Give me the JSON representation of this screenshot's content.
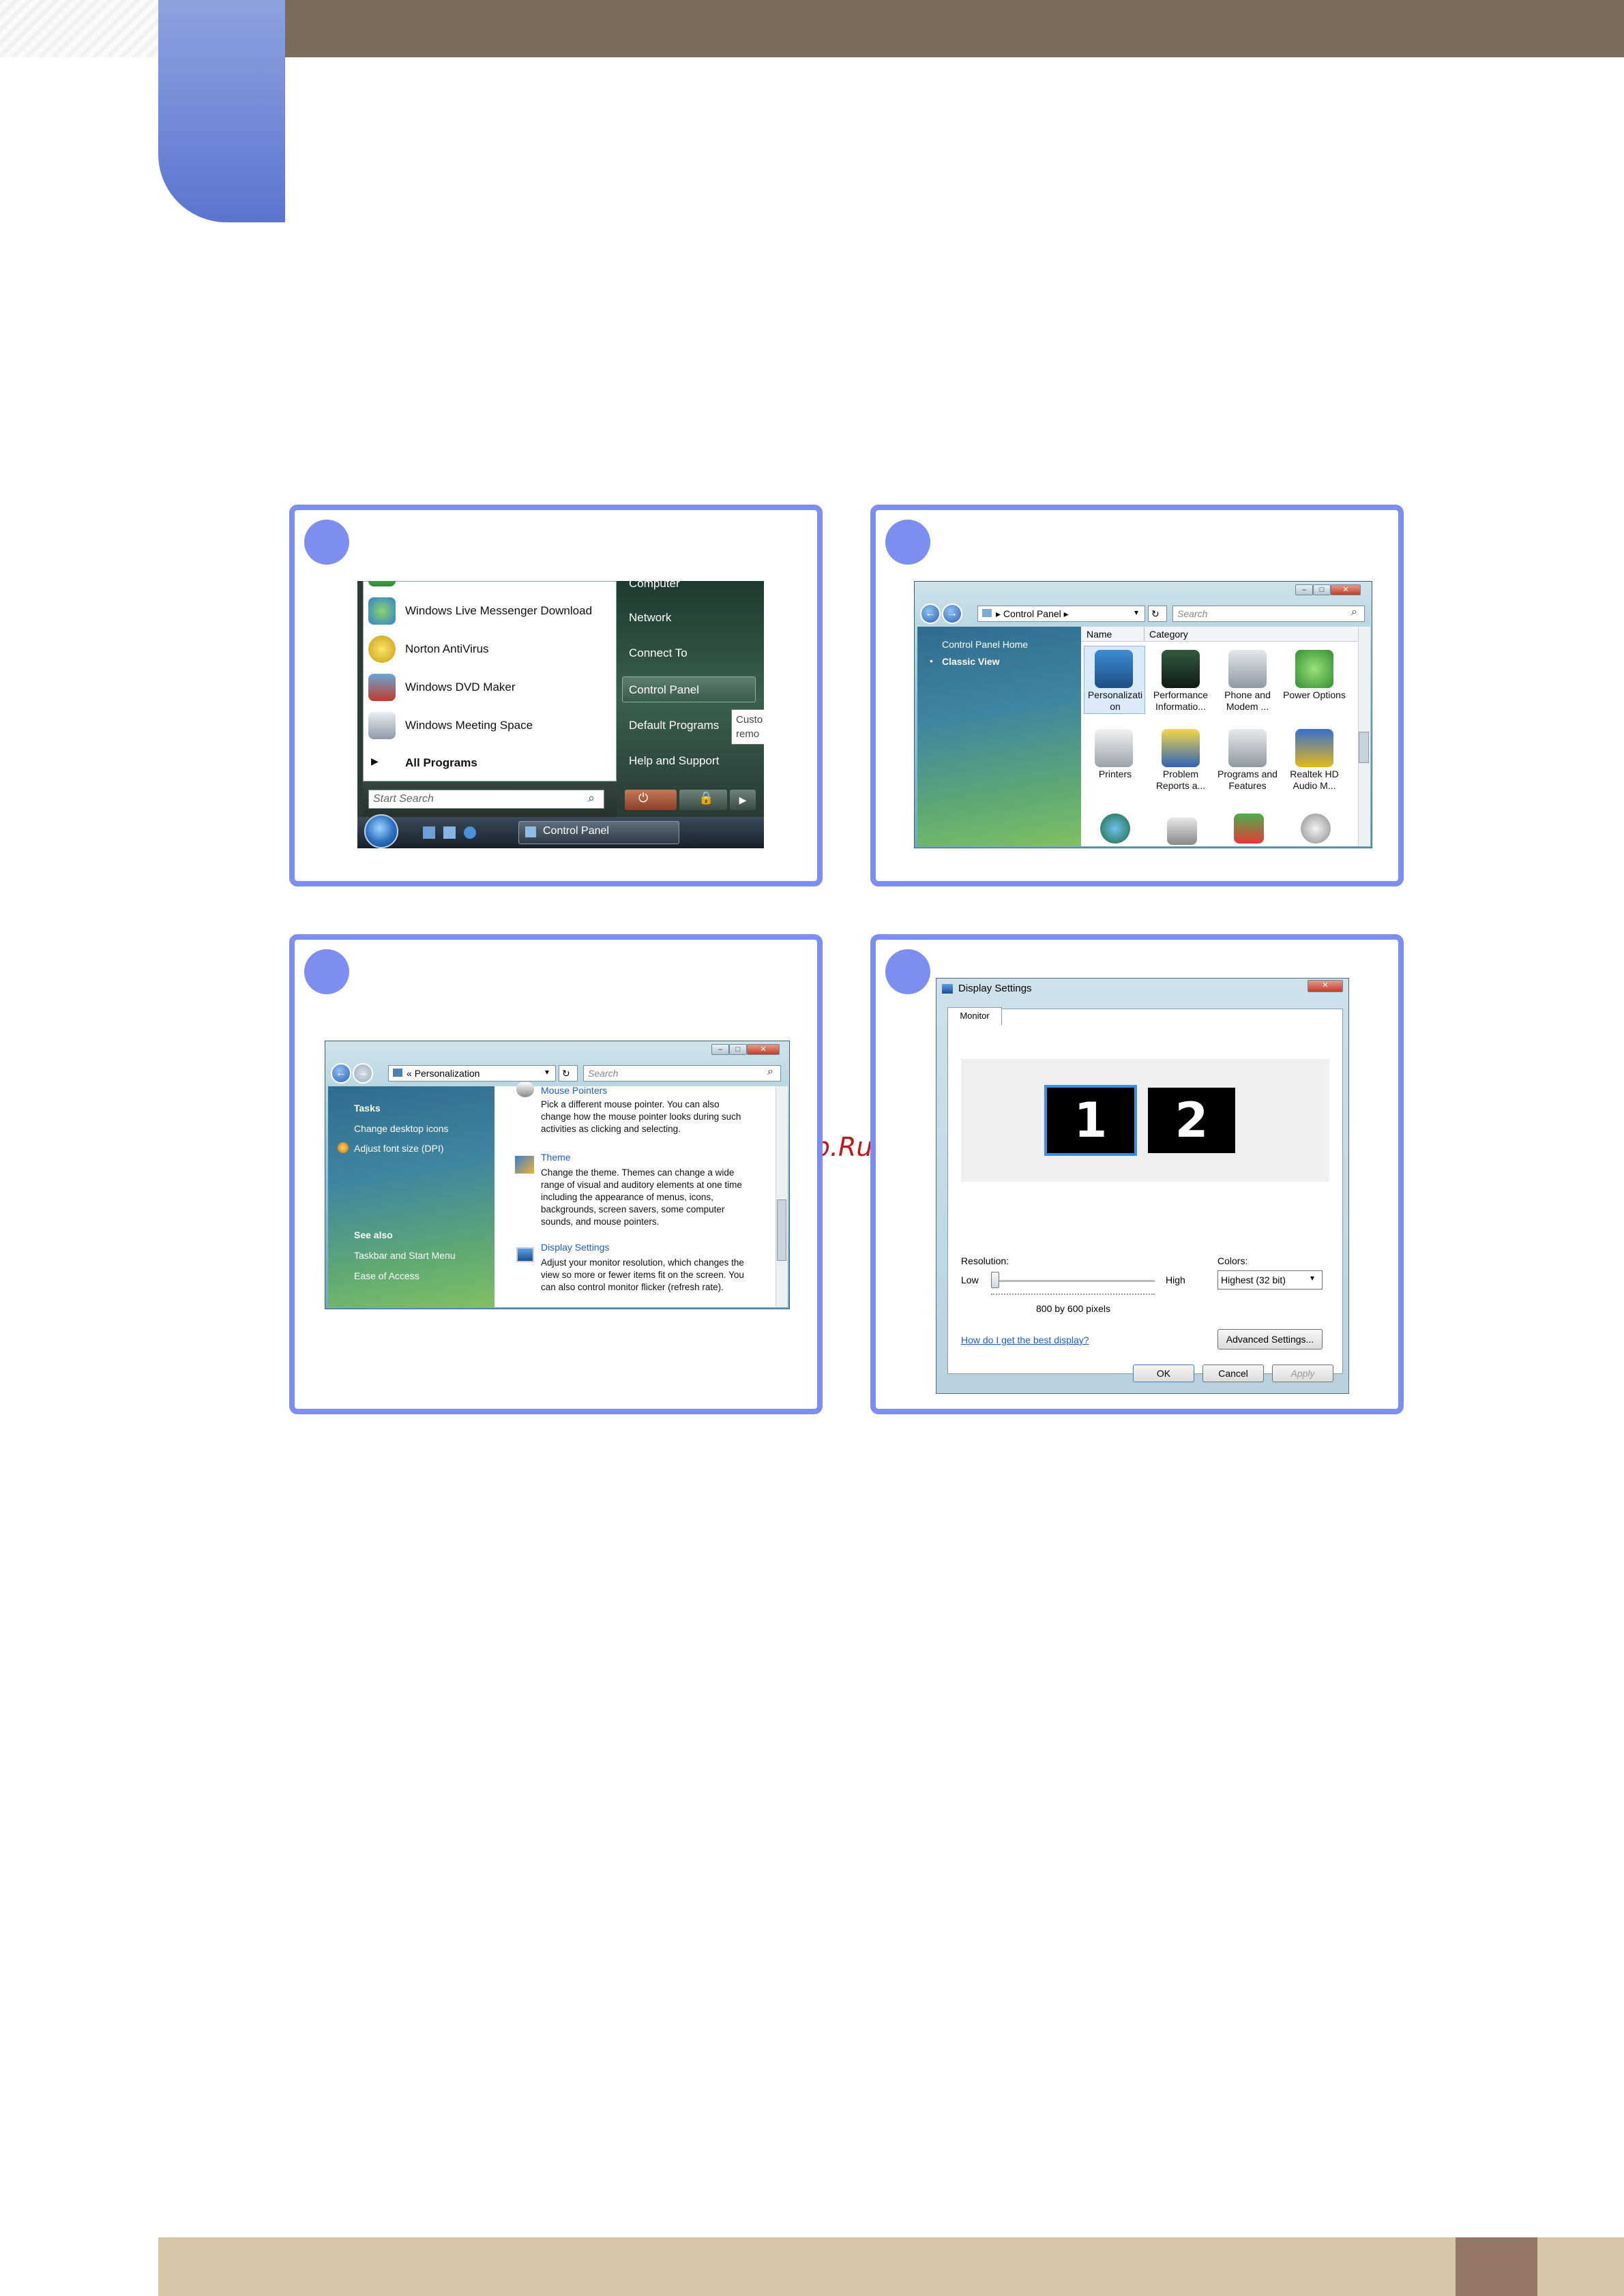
{
  "watermark": "McGrp.Ru",
  "panel1": {
    "programs": [
      "Windows Live Messenger Download",
      "Norton AntiVirus",
      "Windows DVD Maker",
      "Windows Meeting Space"
    ],
    "all_programs": "All Programs",
    "search_placeholder": "Start Search",
    "right_items": [
      "Computer",
      "Network",
      "Connect To",
      "Control Panel",
      "Default Programs",
      "Help and Support"
    ],
    "tooltip_lines": [
      "Custo",
      "remo"
    ],
    "taskbar_button": "Control Panel"
  },
  "panel2": {
    "address": "Control Panel",
    "search_placeholder": "Search",
    "sidebar": [
      "Control Panel Home",
      "Classic View"
    ],
    "columns": [
      "Name",
      "Category"
    ],
    "icons": [
      {
        "label": "Personalizati on"
      },
      {
        "label": "Performance Informatio..."
      },
      {
        "label": "Phone and Modem ..."
      },
      {
        "label": "Power Options"
      },
      {
        "label": "Printers"
      },
      {
        "label": "Problem Reports a..."
      },
      {
        "label": "Programs and Features"
      },
      {
        "label": "Realtek HD Audio M..."
      }
    ]
  },
  "panel3": {
    "address": "Personalization",
    "address_prefix": "«",
    "search_placeholder": "Search",
    "tasks_heading": "Tasks",
    "tasks": [
      "Change desktop icons",
      "Adjust font size (DPI)"
    ],
    "see_also_heading": "See also",
    "see_also": [
      "Taskbar and Start Menu",
      "Ease of Access"
    ],
    "items": [
      {
        "title": "Mouse Pointers",
        "desc": [
          "Pick a different mouse pointer. You can also",
          "change how the mouse pointer looks during such",
          "activities as clicking and selecting."
        ]
      },
      {
        "title": "Theme",
        "desc": [
          "Change the theme. Themes can change a wide",
          "range of visual and auditory elements at one time",
          "including the appearance of menus, icons,",
          "backgrounds, screen savers, some computer",
          "sounds, and mouse pointers."
        ]
      },
      {
        "title": "Display Settings",
        "desc": [
          "Adjust your monitor resolution, which changes the",
          "view so more or fewer items fit on the screen. You",
          "can also control monitor flicker (refresh rate)."
        ]
      }
    ]
  },
  "panel4": {
    "title": "Display Settings",
    "tab": "Monitor",
    "monitors": [
      "1",
      "2"
    ],
    "resolution_label": "Resolution:",
    "low": "Low",
    "high": "High",
    "resolution_value": "800 by 600 pixels",
    "colors_label": "Colors:",
    "colors_value": "Highest (32 bit)",
    "help_link": "How do I get the best display?",
    "advanced_button": "Advanced Settings...",
    "ok": "OK",
    "cancel": "Cancel",
    "apply": "Apply"
  }
}
